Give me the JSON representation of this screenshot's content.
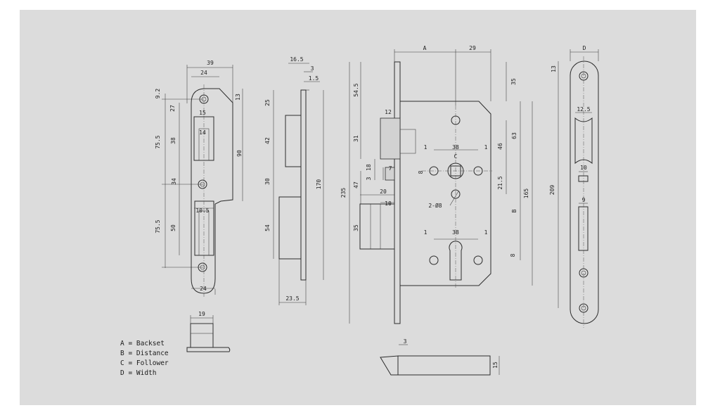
{
  "colors": {
    "background": "#dcdcdc",
    "page": "#ffffff",
    "line": "#2b2b2b"
  },
  "legend": [
    "A = Backset",
    "B = Distance",
    "C = Follower",
    "D = Width"
  ],
  "strike_plate": {
    "dims": [
      "39",
      "24",
      "13",
      "9.2",
      "27",
      "15",
      "14",
      "38",
      "75.5",
      "90",
      "34",
      "10.5",
      "50",
      "75.5",
      "24"
    ]
  },
  "strike_tab": {
    "dims": [
      "19"
    ]
  },
  "side_view": {
    "dims": [
      "16.5",
      "3",
      "1.5",
      "25",
      "42",
      "30",
      "170",
      "54",
      "23.5"
    ]
  },
  "lock_body": {
    "dims": [
      "A",
      "29",
      "54.5",
      "35",
      "12",
      "31",
      "1",
      "38",
      "1",
      "C",
      "46",
      "63",
      "8",
      "18",
      "3",
      "7",
      "47",
      "235",
      "21.5",
      "20",
      "10",
      "2-Ø8",
      "B",
      "165",
      "35",
      "1",
      "38",
      "1",
      "8"
    ]
  },
  "faceplate": {
    "dims": [
      "D",
      "13",
      "12.5",
      "209",
      "10",
      "9"
    ]
  },
  "bolt_view": {
    "dims": [
      "3",
      "15"
    ]
  }
}
